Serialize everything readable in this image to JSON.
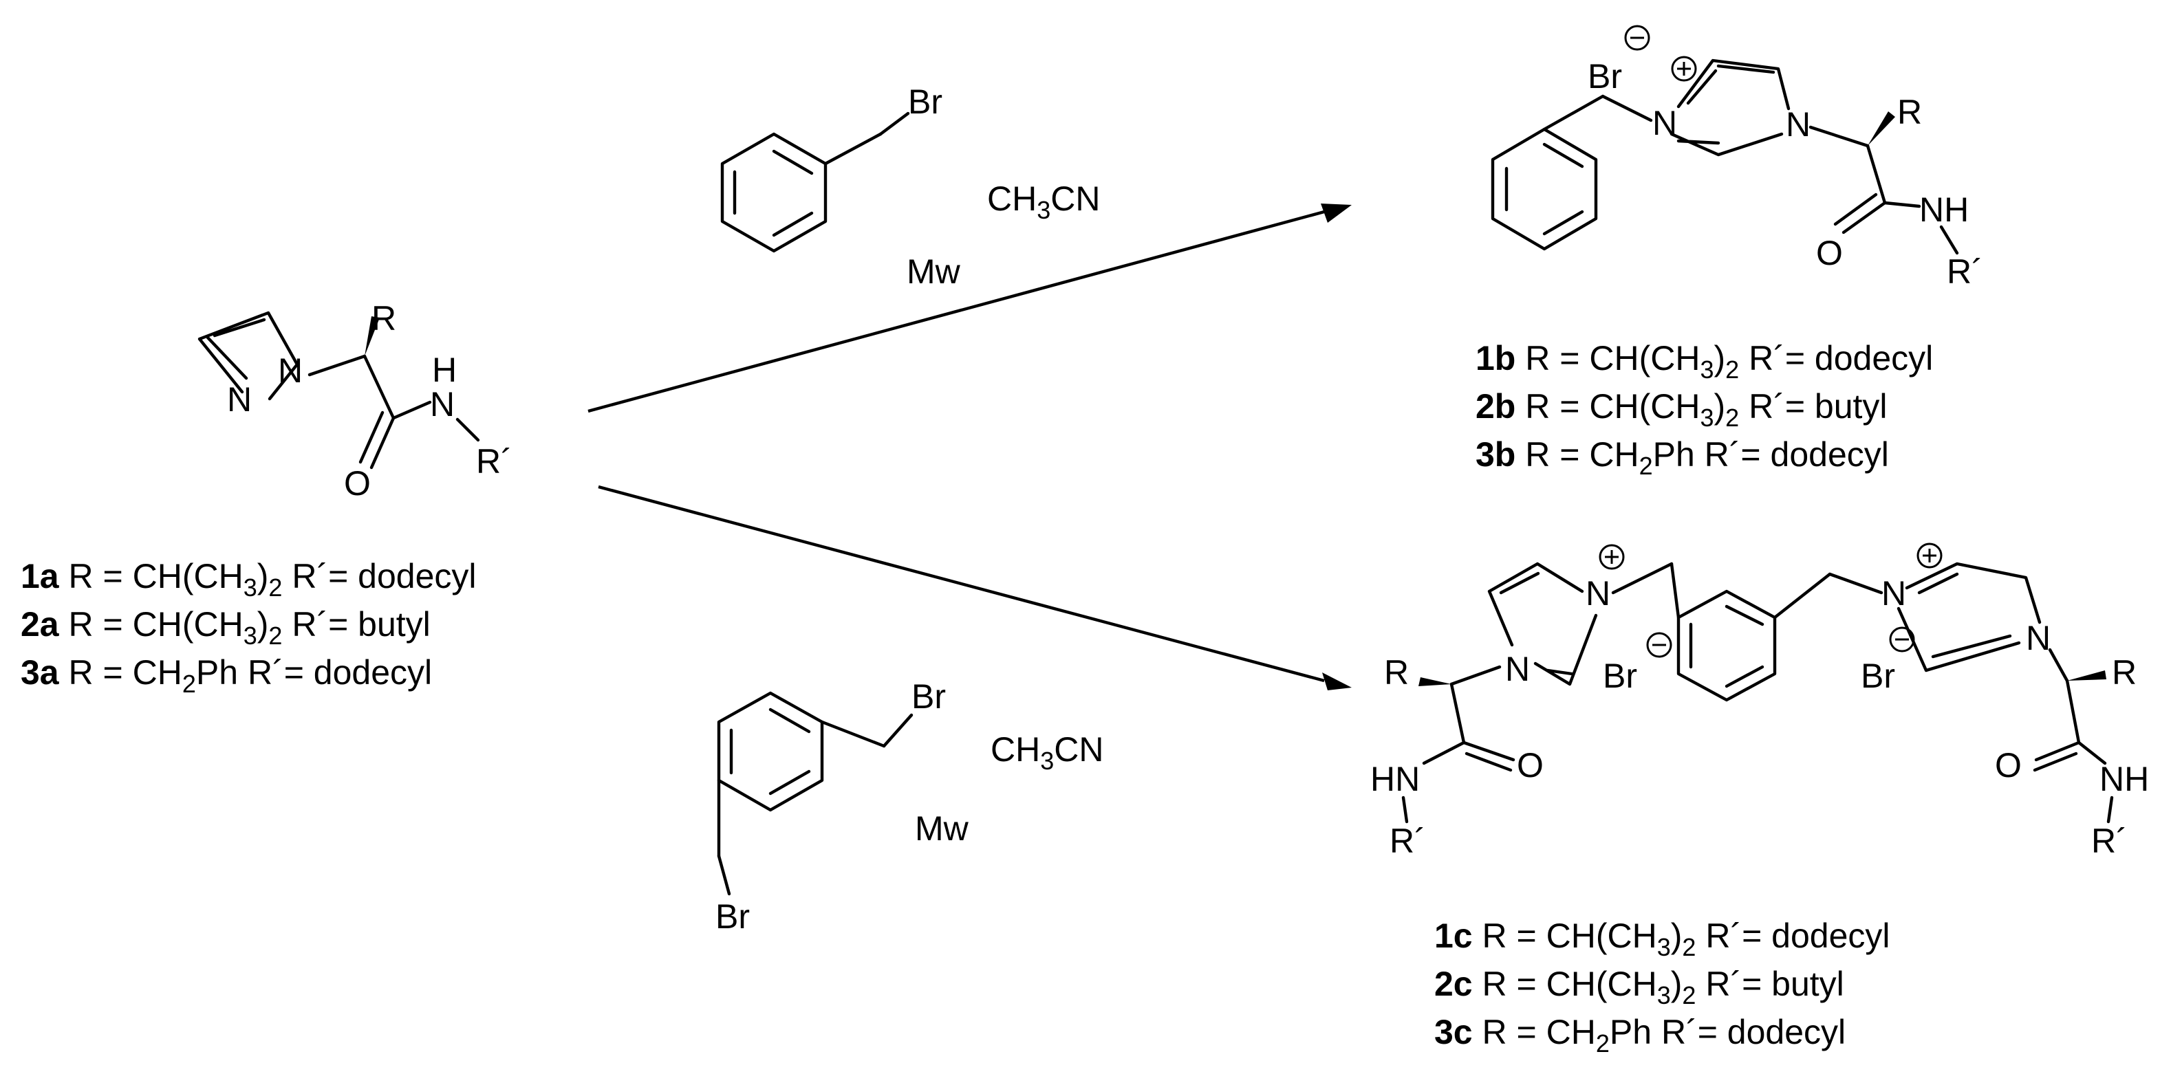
{
  "reagents": {
    "top": {
      "leaving_group": "Br",
      "solvent": "CH3CN",
      "solvent_parts": [
        "CH",
        "3",
        "CN"
      ],
      "condition": "Mw"
    },
    "bottom": {
      "leaving_group_1": "Br",
      "leaving_group_2": "Br",
      "solvent": "CH3CN",
      "solvent_parts": [
        "CH",
        "3",
        "CN"
      ],
      "condition": "Mw"
    }
  },
  "atoms": {
    "N": "N",
    "NH_H": "H",
    "HN": "HN",
    "NH": "NH",
    "O": "O",
    "R": "R",
    "R_prime": "R´",
    "Br": "Br"
  },
  "compound_sets": {
    "a": [
      {
        "id": "1a",
        "r_prefix": "R = CH(CH",
        "r_sub": "3",
        "r_suffix": ")",
        "r_sub2": "2",
        "rest": " R´= dodecyl"
      },
      {
        "id": "2a",
        "r_prefix": "R = CH(CH",
        "r_sub": "3",
        "r_suffix": ")",
        "r_sub2": "2",
        "rest": " R´= butyl"
      },
      {
        "id": "3a",
        "r_prefix": "R = CH",
        "r_sub": "2",
        "r_suffix": "Ph",
        "r_sub2": "",
        "rest": " R´= dodecyl"
      }
    ],
    "b": [
      {
        "id": "1b",
        "r_prefix": "R = CH(CH",
        "r_sub": "3",
        "r_suffix": ")",
        "r_sub2": "2",
        "rest": " R´= dodecyl"
      },
      {
        "id": "2b",
        "r_prefix": "R = CH(CH",
        "r_sub": "3",
        "r_suffix": ")",
        "r_sub2": "2",
        "rest": " R´= butyl"
      },
      {
        "id": "3b",
        "r_prefix": "R = CH",
        "r_sub": "2",
        "r_suffix": "Ph",
        "r_sub2": "",
        "rest": " R´= dodecyl"
      }
    ],
    "c": [
      {
        "id": "1c",
        "r_prefix": "R = CH(CH",
        "r_sub": "3",
        "r_suffix": ")",
        "r_sub2": "2",
        "rest": " R´= dodecyl"
      },
      {
        "id": "2c",
        "r_prefix": "R = CH(CH",
        "r_sub": "3",
        "r_suffix": ")",
        "r_sub2": "2",
        "rest": " R´= butyl"
      },
      {
        "id": "3c",
        "r_prefix": "R = CH",
        "r_sub": "2",
        "r_suffix": "Ph",
        "r_sub2": "",
        "rest": " R´= dodecyl"
      }
    ]
  }
}
